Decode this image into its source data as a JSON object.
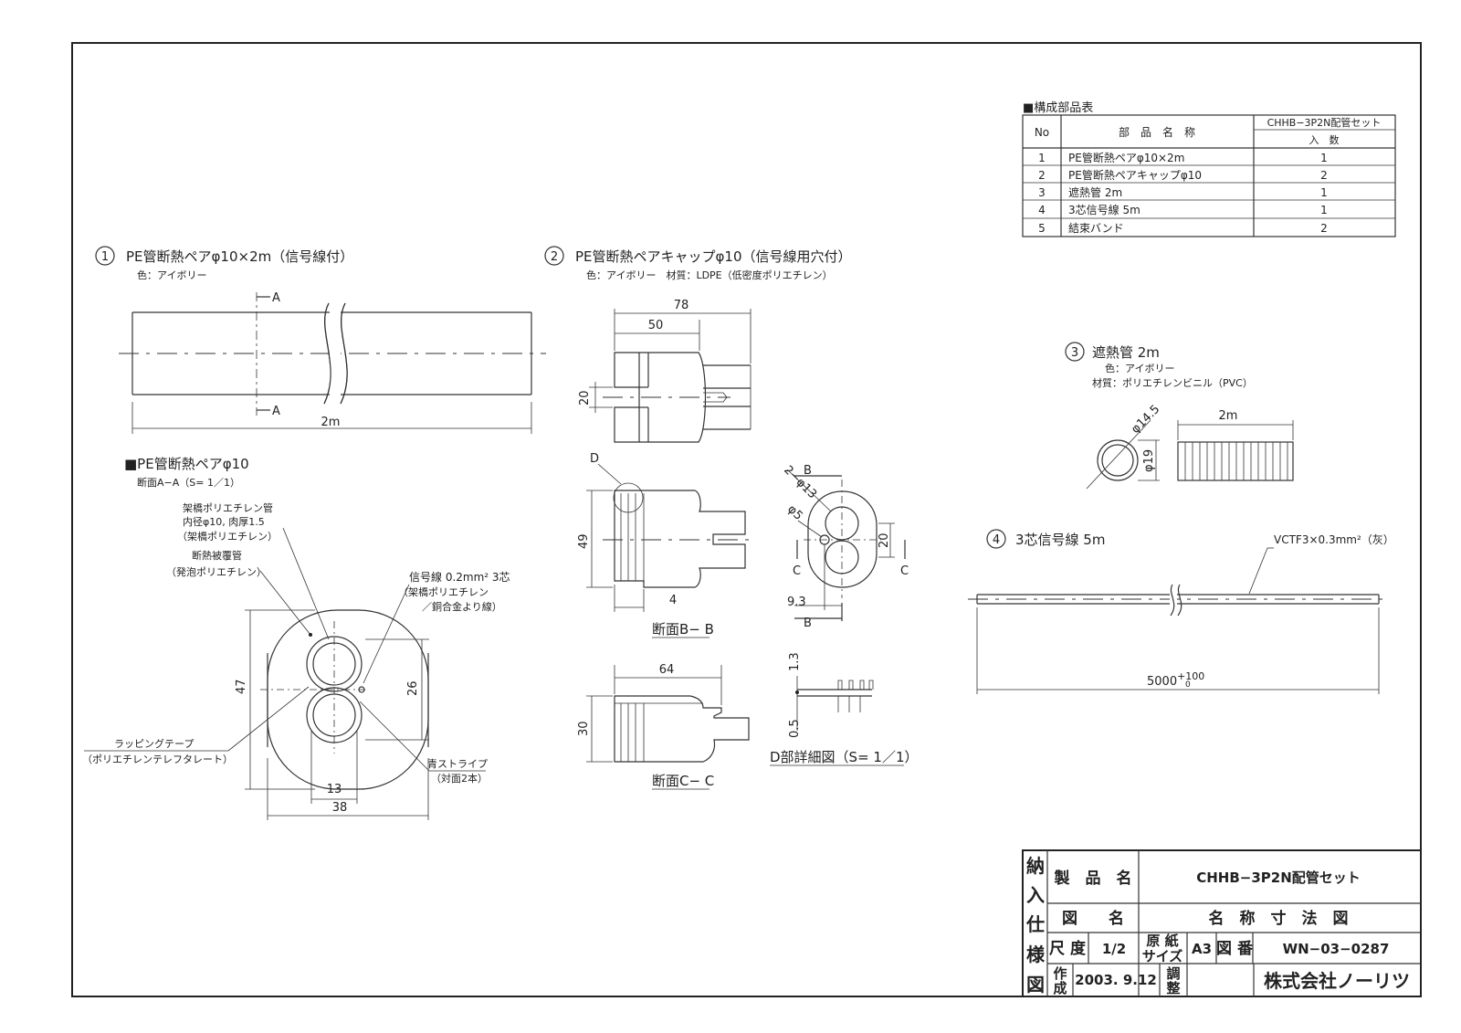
{
  "parts_table": {
    "heading": "■構成部品表",
    "col_no": "No",
    "col_name": "部　品　名　称",
    "col_set": "CHHB−3P2N配管セット",
    "col_qty": "入　数",
    "rows": [
      {
        "no": "1",
        "name": "PE管断熱ペアφ10×2m",
        "qty": "1"
      },
      {
        "no": "2",
        "name": "PE管断熱ペアキャップφ10",
        "qty": "2"
      },
      {
        "no": "3",
        "name": "遮熱管 2m",
        "qty": "1"
      },
      {
        "no": "4",
        "name": "3芯信号線 5m",
        "qty": "1"
      },
      {
        "no": "5",
        "name": "結束バンド",
        "qty": "2"
      }
    ]
  },
  "part1": {
    "num": "1",
    "title": "PE管断熱ペアφ10×2m（信号線付）",
    "color": "色：アイボリー",
    "section_mark_top": "A",
    "section_mark_bottom": "A",
    "length": "2m"
  },
  "section_aa": {
    "title": "■PE管断熱ペアφ10",
    "subtitle": "断面A−A（S= 1／1）",
    "label_tube_1": "架橋ポリエチレン管",
    "label_tube_2": "内径φ10, 肉厚1.5",
    "label_tube_3": "（架橋ポリエチレン）",
    "label_cover_1": "断熱被覆管",
    "label_cover_2": "（発泡ポリエチレン）",
    "label_signal_1": "信号線 0.2mm² 3芯",
    "label_signal_2": "（架橋ポリエチレン",
    "label_signal_3": "／銅合金より線）",
    "label_wrap_1": "ラッピングテープ",
    "label_wrap_2": "（ポリエチレンテレフタレート）",
    "label_stripe_1": "青ストライプ",
    "label_stripe_2": "（対面2本）",
    "dim_height": "47",
    "dim_inner": "26",
    "dim_pitch": "13",
    "dim_width": "38"
  },
  "part2": {
    "num": "2",
    "title": "PE管断熱ペアキャップφ10（信号線用穴付）",
    "spec": "色：アイボリー　材質：LDPE（低密度ポリエチレン）",
    "dim_78": "78",
    "dim_50": "50",
    "dim_20": "20",
    "mark_d": "D",
    "dim_49": "49",
    "dim_4": "4",
    "caption_bb": "断面B− B",
    "hole_label": "2−φ13",
    "hole_small": "φ5",
    "mark_b_top": "B",
    "mark_b_bottom": "B",
    "mark_c_left": "C",
    "mark_c_right": "C",
    "dim_20b": "20",
    "dim_93": "9.3",
    "dim_64": "64",
    "dim_30": "30",
    "caption_cc": "断面C− C",
    "dim_13": "1.3",
    "dim_05": "0.5",
    "caption_d": "D部詳細図（S= 1／1）"
  },
  "part3": {
    "num": "3",
    "title": "遮熱管 2m",
    "color": "色：アイボリー",
    "material": "材質：ポリエチレンビニル（PVC）",
    "dim_outer": "φ14.5",
    "dim_19": "φ19",
    "dim_2m": "2m"
  },
  "part4": {
    "num": "4",
    "title": "3芯信号線 5m",
    "cable": "VCTF3×0.3mm²（灰）",
    "length": "5000",
    "tol_upper": "+100",
    "tol_lower": "0"
  },
  "title_block": {
    "vertical": [
      "納",
      "入",
      "仕",
      "様",
      "図"
    ],
    "product_label": "製　品　名",
    "product_value": "CHHB−3P2N配管セット",
    "drawing_label": "図　　名",
    "drawing_value": "名　称　寸　法　図",
    "scale_label": "尺 度",
    "scale_value": "1/2",
    "paper_label_1": "原 紙",
    "paper_label_2": "サイズ",
    "paper_value": "A3",
    "dwg_no_label": "図 番",
    "dwg_no_value": "WN−03−0287",
    "made_label_1": "作",
    "made_label_2": "成",
    "made_value": "2003. 9.12",
    "adjust_label_1": "調",
    "adjust_label_2": "整",
    "company": "株式会社ノーリツ"
  }
}
